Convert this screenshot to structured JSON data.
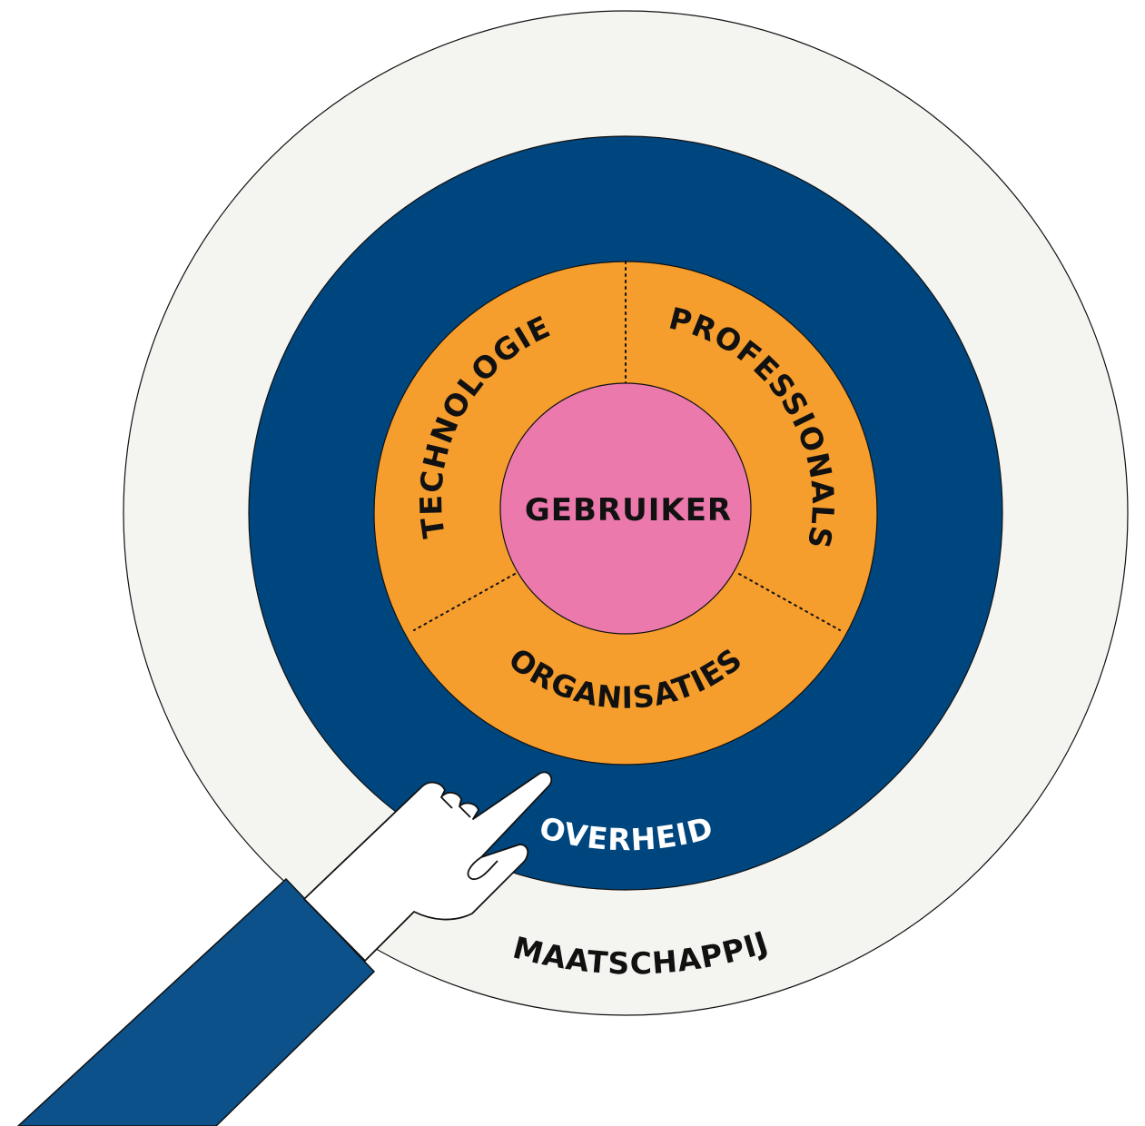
{
  "colors": {
    "background": "#ffffff",
    "maatschappij": "#f4f4f1",
    "overheid": "#00467e",
    "middle_ring": "#f59d2d",
    "gebruiker": "#ec79ab",
    "sleeve": "#0c5189",
    "hand": "#ffffff",
    "outline": "#111111",
    "label_dark": "#111111",
    "label_light": "#ffffff"
  },
  "rings": {
    "maatschappij": {
      "label": "MAATSCHAPPIJ"
    },
    "overheid": {
      "label": "OVERHEID"
    },
    "segments": {
      "technologie": {
        "label": "TECHNOLOGIE"
      },
      "professionals": {
        "label": "PROFESSIONALS"
      },
      "organisaties": {
        "label": "ORGANISATIES"
      }
    },
    "gebruiker": {
      "label": "GEBRUIKER"
    }
  },
  "illustration": {
    "icon": "pointing-hand-icon"
  }
}
